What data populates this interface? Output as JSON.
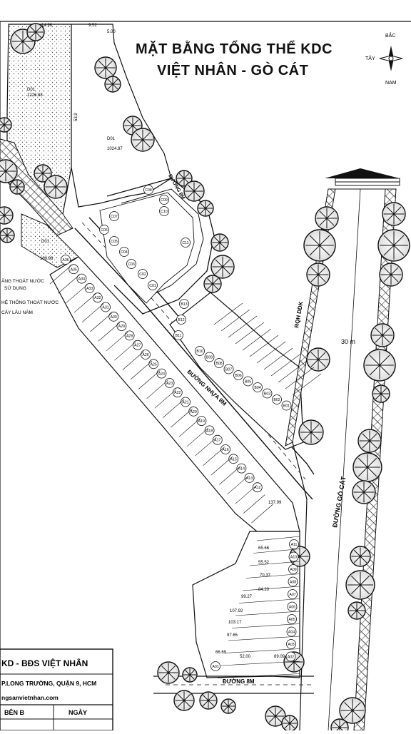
{
  "title": {
    "line1": "MẶT BẰNG TỔNG THỂ KDC",
    "line2": "VIỆT NHÂN - GÒ CÁT"
  },
  "compass": {
    "north": "BẮC",
    "south": "NAM",
    "west": "TÂY"
  },
  "roads": {
    "go_cat": "ĐƯỜNG GÒ CÁT",
    "nhua": "ĐƯỜNG NHỰA 8M",
    "inner": "ĐƯỜNG 8M",
    "bottom": "ĐƯỜNG 8M",
    "width": "30 m",
    "rqh": "RQH DDK"
  },
  "legend": [
    "ĂNG THOÁT NƯỚC",
    "SỬ DỤNG",
    "HỆ THỐNG THOÁT NƯỚC",
    "CÂY LÂU NĂM"
  ],
  "big_lots": [
    {
      "code": "D01",
      "area": "1226.88"
    },
    {
      "code": "D01",
      "area": "1024.87"
    },
    {
      "code": "D01",
      "area": "109.96"
    }
  ],
  "a_lots": [
    "A01",
    "A02",
    "A03",
    "A04",
    "A05",
    "A06",
    "A07",
    "A08",
    "A09",
    "A10",
    "A11",
    "A12",
    "A13",
    "A14",
    "A15",
    "A16",
    "A17",
    "A18",
    "A19",
    "A20",
    "A21",
    "A22",
    "A23",
    "A24",
    "A25",
    "A26",
    "A27",
    "A28",
    "A29",
    "A30",
    "A31",
    "A32",
    "A33",
    "A34",
    "A35",
    "A36"
  ],
  "b_lots": [
    "B01",
    "B02",
    "B03",
    "B04",
    "B05",
    "B06",
    "B07",
    "B08",
    "B09",
    "B10",
    "B11",
    "B12",
    "B13"
  ],
  "c_lots": [
    "C01",
    "C02",
    "C03",
    "C04",
    "C05",
    "C06",
    "C07",
    "C08",
    "C09",
    "C10",
    "C11"
  ],
  "lower_areas": [
    "137.99",
    "65.66",
    "55.52",
    "70.37",
    "84.20",
    "99.27",
    "107.92",
    "103.17",
    "97.65",
    "66.69",
    "52.00",
    "89.09"
  ],
  "misc_numbers": [
    "14.96",
    "9.52",
    "5.00",
    "53.9"
  ],
  "title_block": {
    "company": "KD - BĐS VIỆT NHÂN",
    "address": "P.LONG TRƯỜNG, QUẬN 9, HCM",
    "website": "ngsanvietnhan.com",
    "col_b": "BÊN B",
    "col_date": "NGÀY"
  },
  "colors": {
    "ink": "#111111",
    "paper": "#ffffff",
    "hatch": "#555555"
  }
}
